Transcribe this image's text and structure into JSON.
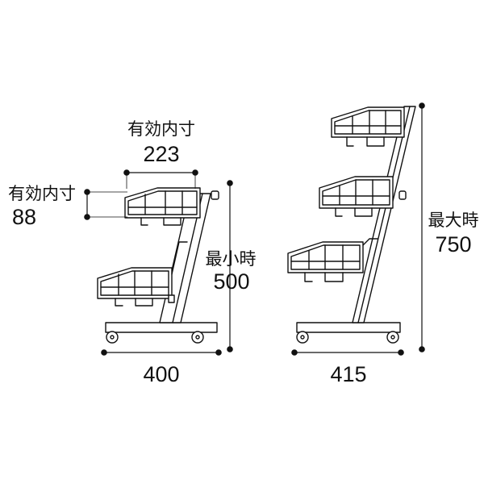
{
  "colors": {
    "line": "#111111",
    "background": "#ffffff"
  },
  "left_cart": {
    "inner_width": {
      "label": "有効内寸",
      "value": "223"
    },
    "inner_depth": {
      "label": "有効内寸",
      "value": "88"
    },
    "min_height": {
      "label": "最小時",
      "value": "500"
    },
    "base_width": {
      "value": "400"
    }
  },
  "right_cart": {
    "max_height": {
      "label": "最大時",
      "value": "750"
    },
    "base_width": {
      "value": "415"
    }
  }
}
